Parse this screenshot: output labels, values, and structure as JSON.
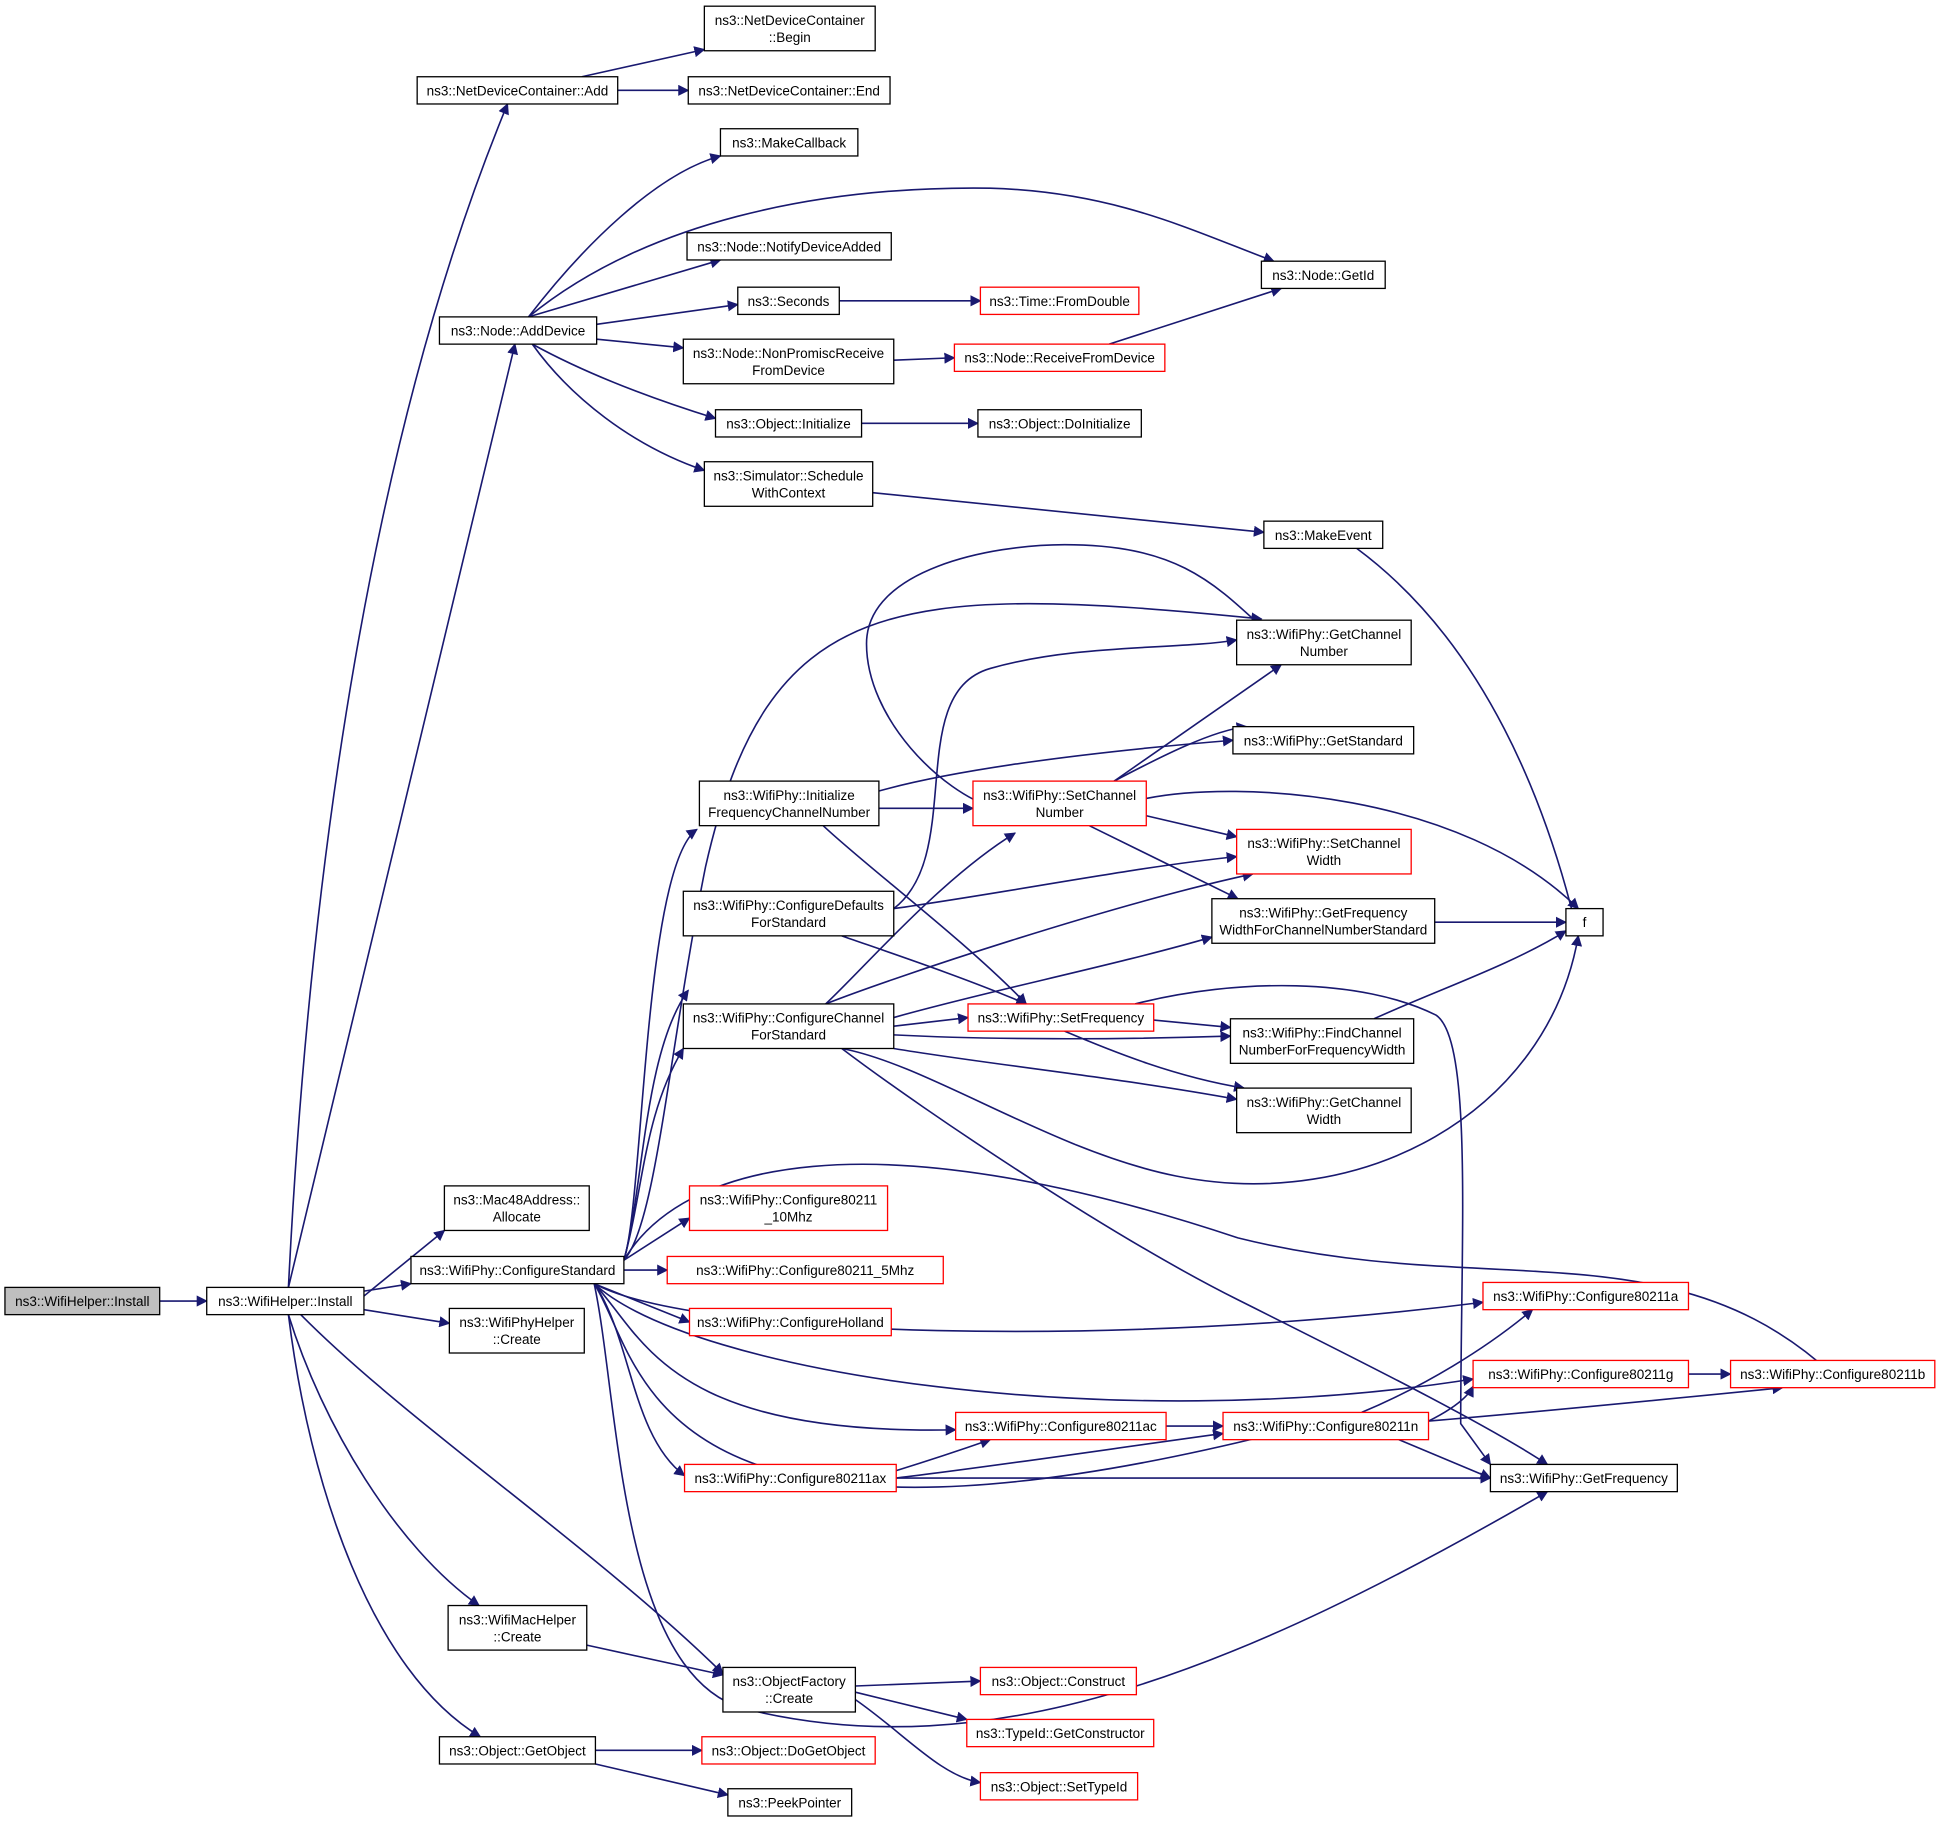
{
  "graph": {
    "nodes": [
      {
        "id": "install_helper",
        "lines": [
          "ns3::WifiHelper::Install"
        ],
        "red": false,
        "root": true
      },
      {
        "id": "install",
        "lines": [
          "ns3::WifiHelper::Install"
        ],
        "red": false
      },
      {
        "id": "ndc_add",
        "lines": [
          "ns3::NetDeviceContainer::Add"
        ],
        "red": false
      },
      {
        "id": "ndc_begin",
        "lines": [
          "ns3::NetDeviceContainer",
          "::Begin"
        ],
        "red": false
      },
      {
        "id": "ndc_end",
        "lines": [
          "ns3::NetDeviceContainer::End"
        ],
        "red": false
      },
      {
        "id": "makecallback",
        "lines": [
          "ns3::MakeCallback"
        ],
        "red": false
      },
      {
        "id": "notify",
        "lines": [
          "ns3::Node::NotifyDeviceAdded"
        ],
        "red": false
      },
      {
        "id": "seconds",
        "lines": [
          "ns3::Seconds"
        ],
        "red": false
      },
      {
        "id": "fromdouble",
        "lines": [
          "ns3::Time::FromDouble"
        ],
        "red": true
      },
      {
        "id": "getid",
        "lines": [
          "ns3::Node::GetId"
        ],
        "red": false
      },
      {
        "id": "adddevice",
        "lines": [
          "ns3::Node::AddDevice"
        ],
        "red": false
      },
      {
        "id": "nonpromisc",
        "lines": [
          "ns3::Node::NonPromiscReceive",
          "FromDevice"
        ],
        "red": false
      },
      {
        "id": "receivefrom",
        "lines": [
          "ns3::Node::ReceiveFromDevice"
        ],
        "red": true
      },
      {
        "id": "initialize",
        "lines": [
          "ns3::Object::Initialize"
        ],
        "red": false
      },
      {
        "id": "doinitialize",
        "lines": [
          "ns3::Object::DoInitialize"
        ],
        "red": false
      },
      {
        "id": "schedule",
        "lines": [
          "ns3::Simulator::Schedule",
          "WithContext"
        ],
        "red": false
      },
      {
        "id": "makeevent",
        "lines": [
          "ns3::MakeEvent"
        ],
        "red": false
      },
      {
        "id": "getchannelnumber",
        "lines": [
          "ns3::WifiPhy::GetChannel",
          "Number"
        ],
        "red": false
      },
      {
        "id": "getstandard",
        "lines": [
          "ns3::WifiPhy::GetStandard"
        ],
        "red": false
      },
      {
        "id": "initfreq",
        "lines": [
          "ns3::WifiPhy::Initialize",
          "FrequencyChannelNumber"
        ],
        "red": false
      },
      {
        "id": "setchannelnumber",
        "lines": [
          "ns3::WifiPhy::SetChannel",
          "Number"
        ],
        "red": true
      },
      {
        "id": "setchannelwidth",
        "lines": [
          "ns3::WifiPhy::SetChannel",
          "Width"
        ],
        "red": true
      },
      {
        "id": "configdefaults",
        "lines": [
          "ns3::WifiPhy::ConfigureDefaults",
          "ForStandard"
        ],
        "red": false
      },
      {
        "id": "getfreqwidth",
        "lines": [
          "ns3::WifiPhy::GetFrequency",
          "WidthForChannelNumberStandard"
        ],
        "red": false
      },
      {
        "id": "f",
        "lines": [
          "f"
        ],
        "red": false
      },
      {
        "id": "configchannel",
        "lines": [
          "ns3::WifiPhy::ConfigureChannel",
          "ForStandard"
        ],
        "red": false
      },
      {
        "id": "setfrequency",
        "lines": [
          "ns3::WifiPhy::SetFrequency"
        ],
        "red": true
      },
      {
        "id": "findchannel",
        "lines": [
          "ns3::WifiPhy::FindChannel",
          "NumberForFrequencyWidth"
        ],
        "red": false
      },
      {
        "id": "getchannelwidth",
        "lines": [
          "ns3::WifiPhy::GetChannel",
          "Width"
        ],
        "red": false
      },
      {
        "id": "mac48",
        "lines": [
          "ns3::Mac48Address::",
          "Allocate"
        ],
        "red": false
      },
      {
        "id": "c10mhz",
        "lines": [
          "ns3::WifiPhy::Configure80211",
          "_10Mhz"
        ],
        "red": true
      },
      {
        "id": "configstandard",
        "lines": [
          "ns3::WifiPhy::ConfigureStandard"
        ],
        "red": false
      },
      {
        "id": "c5mhz",
        "lines": [
          "ns3::WifiPhy::Configure80211_5Mhz"
        ],
        "red": true
      },
      {
        "id": "holland",
        "lines": [
          "ns3::WifiPhy::ConfigureHolland"
        ],
        "red": true
      },
      {
        "id": "c80211a",
        "lines": [
          "ns3::WifiPhy::Configure80211a"
        ],
        "red": true
      },
      {
        "id": "phyhelper",
        "lines": [
          "ns3::WifiPhyHelper",
          "::Create"
        ],
        "red": false
      },
      {
        "id": "c80211g",
        "lines": [
          "ns3::WifiPhy::Configure80211g"
        ],
        "red": true
      },
      {
        "id": "c80211b",
        "lines": [
          "ns3::WifiPhy::Configure80211b"
        ],
        "red": true
      },
      {
        "id": "c80211ac",
        "lines": [
          "ns3::WifiPhy::Configure80211ac"
        ],
        "red": true
      },
      {
        "id": "c80211n",
        "lines": [
          "ns3::WifiPhy::Configure80211n"
        ],
        "red": true
      },
      {
        "id": "c80211ax",
        "lines": [
          "ns3::WifiPhy::Configure80211ax"
        ],
        "red": true
      },
      {
        "id": "getfrequency",
        "lines": [
          "ns3::WifiPhy::GetFrequency"
        ],
        "red": false
      },
      {
        "id": "machelper",
        "lines": [
          "ns3::WifiMacHelper",
          "::Create"
        ],
        "red": false
      },
      {
        "id": "objfactory",
        "lines": [
          "ns3::ObjectFactory",
          "::Create"
        ],
        "red": false
      },
      {
        "id": "construct",
        "lines": [
          "ns3::Object::Construct"
        ],
        "red": true
      },
      {
        "id": "getconstructor",
        "lines": [
          "ns3::TypeId::GetConstructor"
        ],
        "red": true
      },
      {
        "id": "settypeid",
        "lines": [
          "ns3::Object::SetTypeId"
        ],
        "red": true
      },
      {
        "id": "getobject",
        "lines": [
          "ns3::Object::GetObject"
        ],
        "red": false
      },
      {
        "id": "dogetobject",
        "lines": [
          "ns3::Object::DoGetObject"
        ],
        "red": true
      },
      {
        "id": "peekpointer",
        "lines": [
          "ns3::PeekPointer"
        ],
        "red": false
      }
    ]
  }
}
